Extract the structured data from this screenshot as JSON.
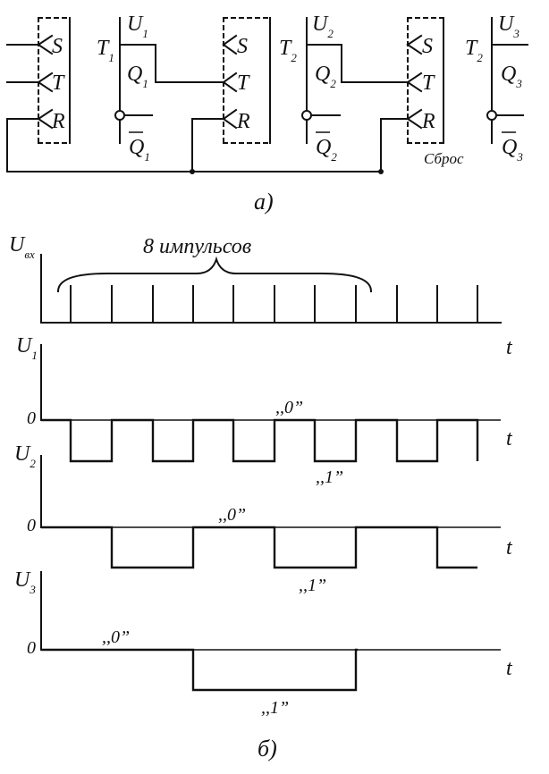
{
  "flipflops": [
    {
      "id": "1",
      "out_label": "U",
      "out_index": "1",
      "type_label": "T",
      "type_index": "1",
      "reset_label": ""
    },
    {
      "id": "2",
      "out_label": "U",
      "out_index": "2",
      "type_label": "T",
      "type_index": "2",
      "reset_label": ""
    },
    {
      "id": "3",
      "out_label": "U",
      "out_index": "3",
      "type_label": "T",
      "type_index": "2",
      "reset_label": "Сброс"
    }
  ],
  "pins": {
    "s": "S",
    "t": "T",
    "r": "R",
    "q": "Q"
  },
  "captions": {
    "a": "а)",
    "b": "б)"
  },
  "timing": {
    "uin_label": "U",
    "uin_sub": "вх",
    "brace_text": "8 импульсов",
    "t_label": "t",
    "zero": "0",
    "rows": [
      {
        "label": "U",
        "sub": "1",
        "zero_text": ",,0”",
        "one_text": ",,1”"
      },
      {
        "label": "U",
        "sub": "2",
        "zero_text": ",,0”",
        "one_text": ",,1”"
      },
      {
        "label": "U",
        "sub": "3",
        "zero_text": ",,0”",
        "one_text": ",,1”"
      }
    ]
  }
}
